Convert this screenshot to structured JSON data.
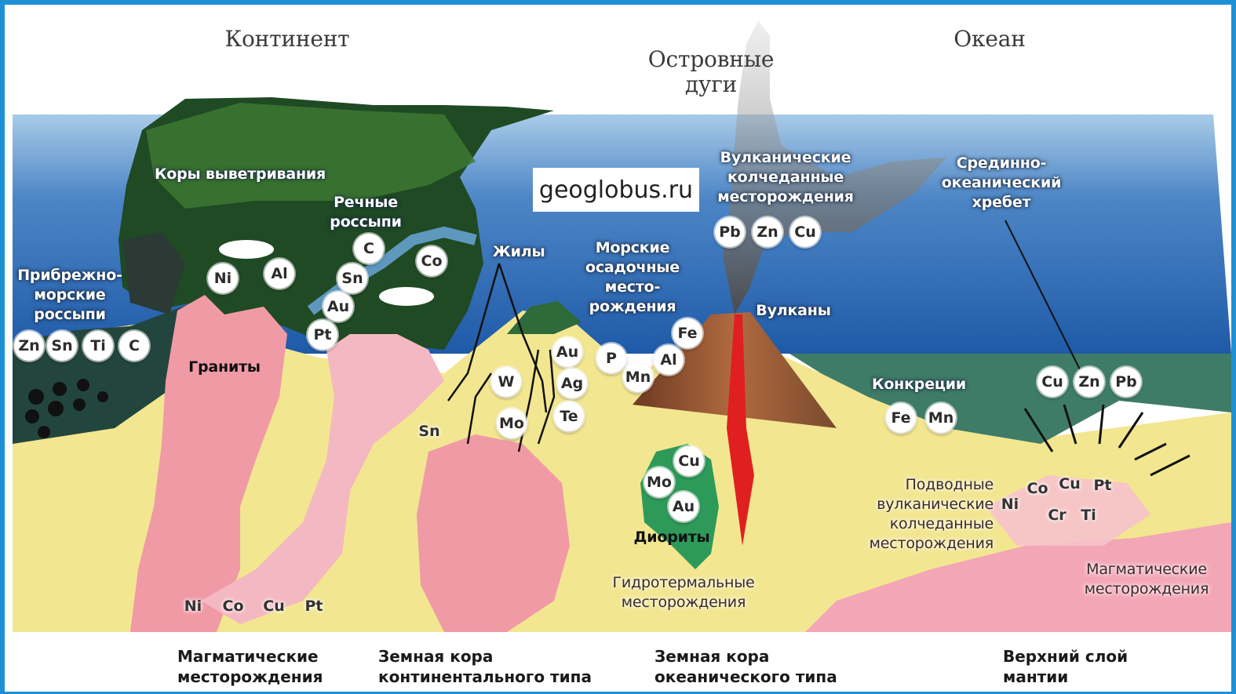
{
  "headings": {
    "continent": "Континент",
    "island_arcs": "Островные\nдуги",
    "ocean": "Океан"
  },
  "labels": {
    "weathering_crusts": "Коры выветривания",
    "river_placers": "Речные\nроссыпи",
    "coastal_placers": "Прибрежно-\nморские\nроссыпи",
    "veins": "Жилы",
    "marine_sedimentary": "Морские\nосадочные\nместо-\nрождения",
    "volcanic_pyrite": "Вулканические\nколчеданные\nместорождения",
    "mid_ocean_ridge": "Срединно-\nокеанический\nхребет",
    "volcanoes": "Вулканы",
    "concretions": "Конкреции",
    "granites": "Граниты",
    "diorites": "Диориты",
    "hydrothermal": "Гидротермальные\nместорождения",
    "submarine_volcanic": "Подводные\nвулканические\nколчеданные\nместорождения",
    "magmatic_ocean": "Магматические\nместорождения"
  },
  "watermark": "geoglobus.ru",
  "elements": {
    "coastal": [
      "Zn",
      "Sn",
      "Ti",
      "C"
    ],
    "weathering": [
      "Ni",
      "Al"
    ],
    "river": [
      "C",
      "Sn",
      "Au",
      "Pt",
      "Co"
    ],
    "vein_left": [
      "Sn",
      "W",
      "Mo"
    ],
    "vein_right": [
      "Au",
      "Ag",
      "Te"
    ],
    "marine": [
      "P",
      "Mn",
      "Al",
      "Fe"
    ],
    "volcanic": [
      "Pb",
      "Zn",
      "Cu"
    ],
    "diorite": [
      "Cu",
      "Mo",
      "Au"
    ],
    "ridge": [
      "Cu",
      "Zn",
      "Pb"
    ],
    "concretions": [
      "Fe",
      "Mn"
    ],
    "magmatic_bottom": [
      "Ni",
      "Co",
      "Cu",
      "Pt"
    ],
    "mantle": [
      "Co",
      "Cu",
      "Pt",
      "Ni",
      "Cr",
      "Ti"
    ]
  },
  "captions": {
    "magmatic": "Магматические\nместорождения",
    "continental_crust": "Земная кора\nконтинентального типа",
    "oceanic_crust": "Земная кора\nокеанического типа",
    "upper_mantle": "Верхний слой\nмантии"
  },
  "colors": {
    "frame": "#1e90d6",
    "sea": "#2f6fb8",
    "crust": "#f2e690",
    "granite": "#f09aa6",
    "diorite": "#2e9a5a",
    "magma": "#e02020"
  }
}
